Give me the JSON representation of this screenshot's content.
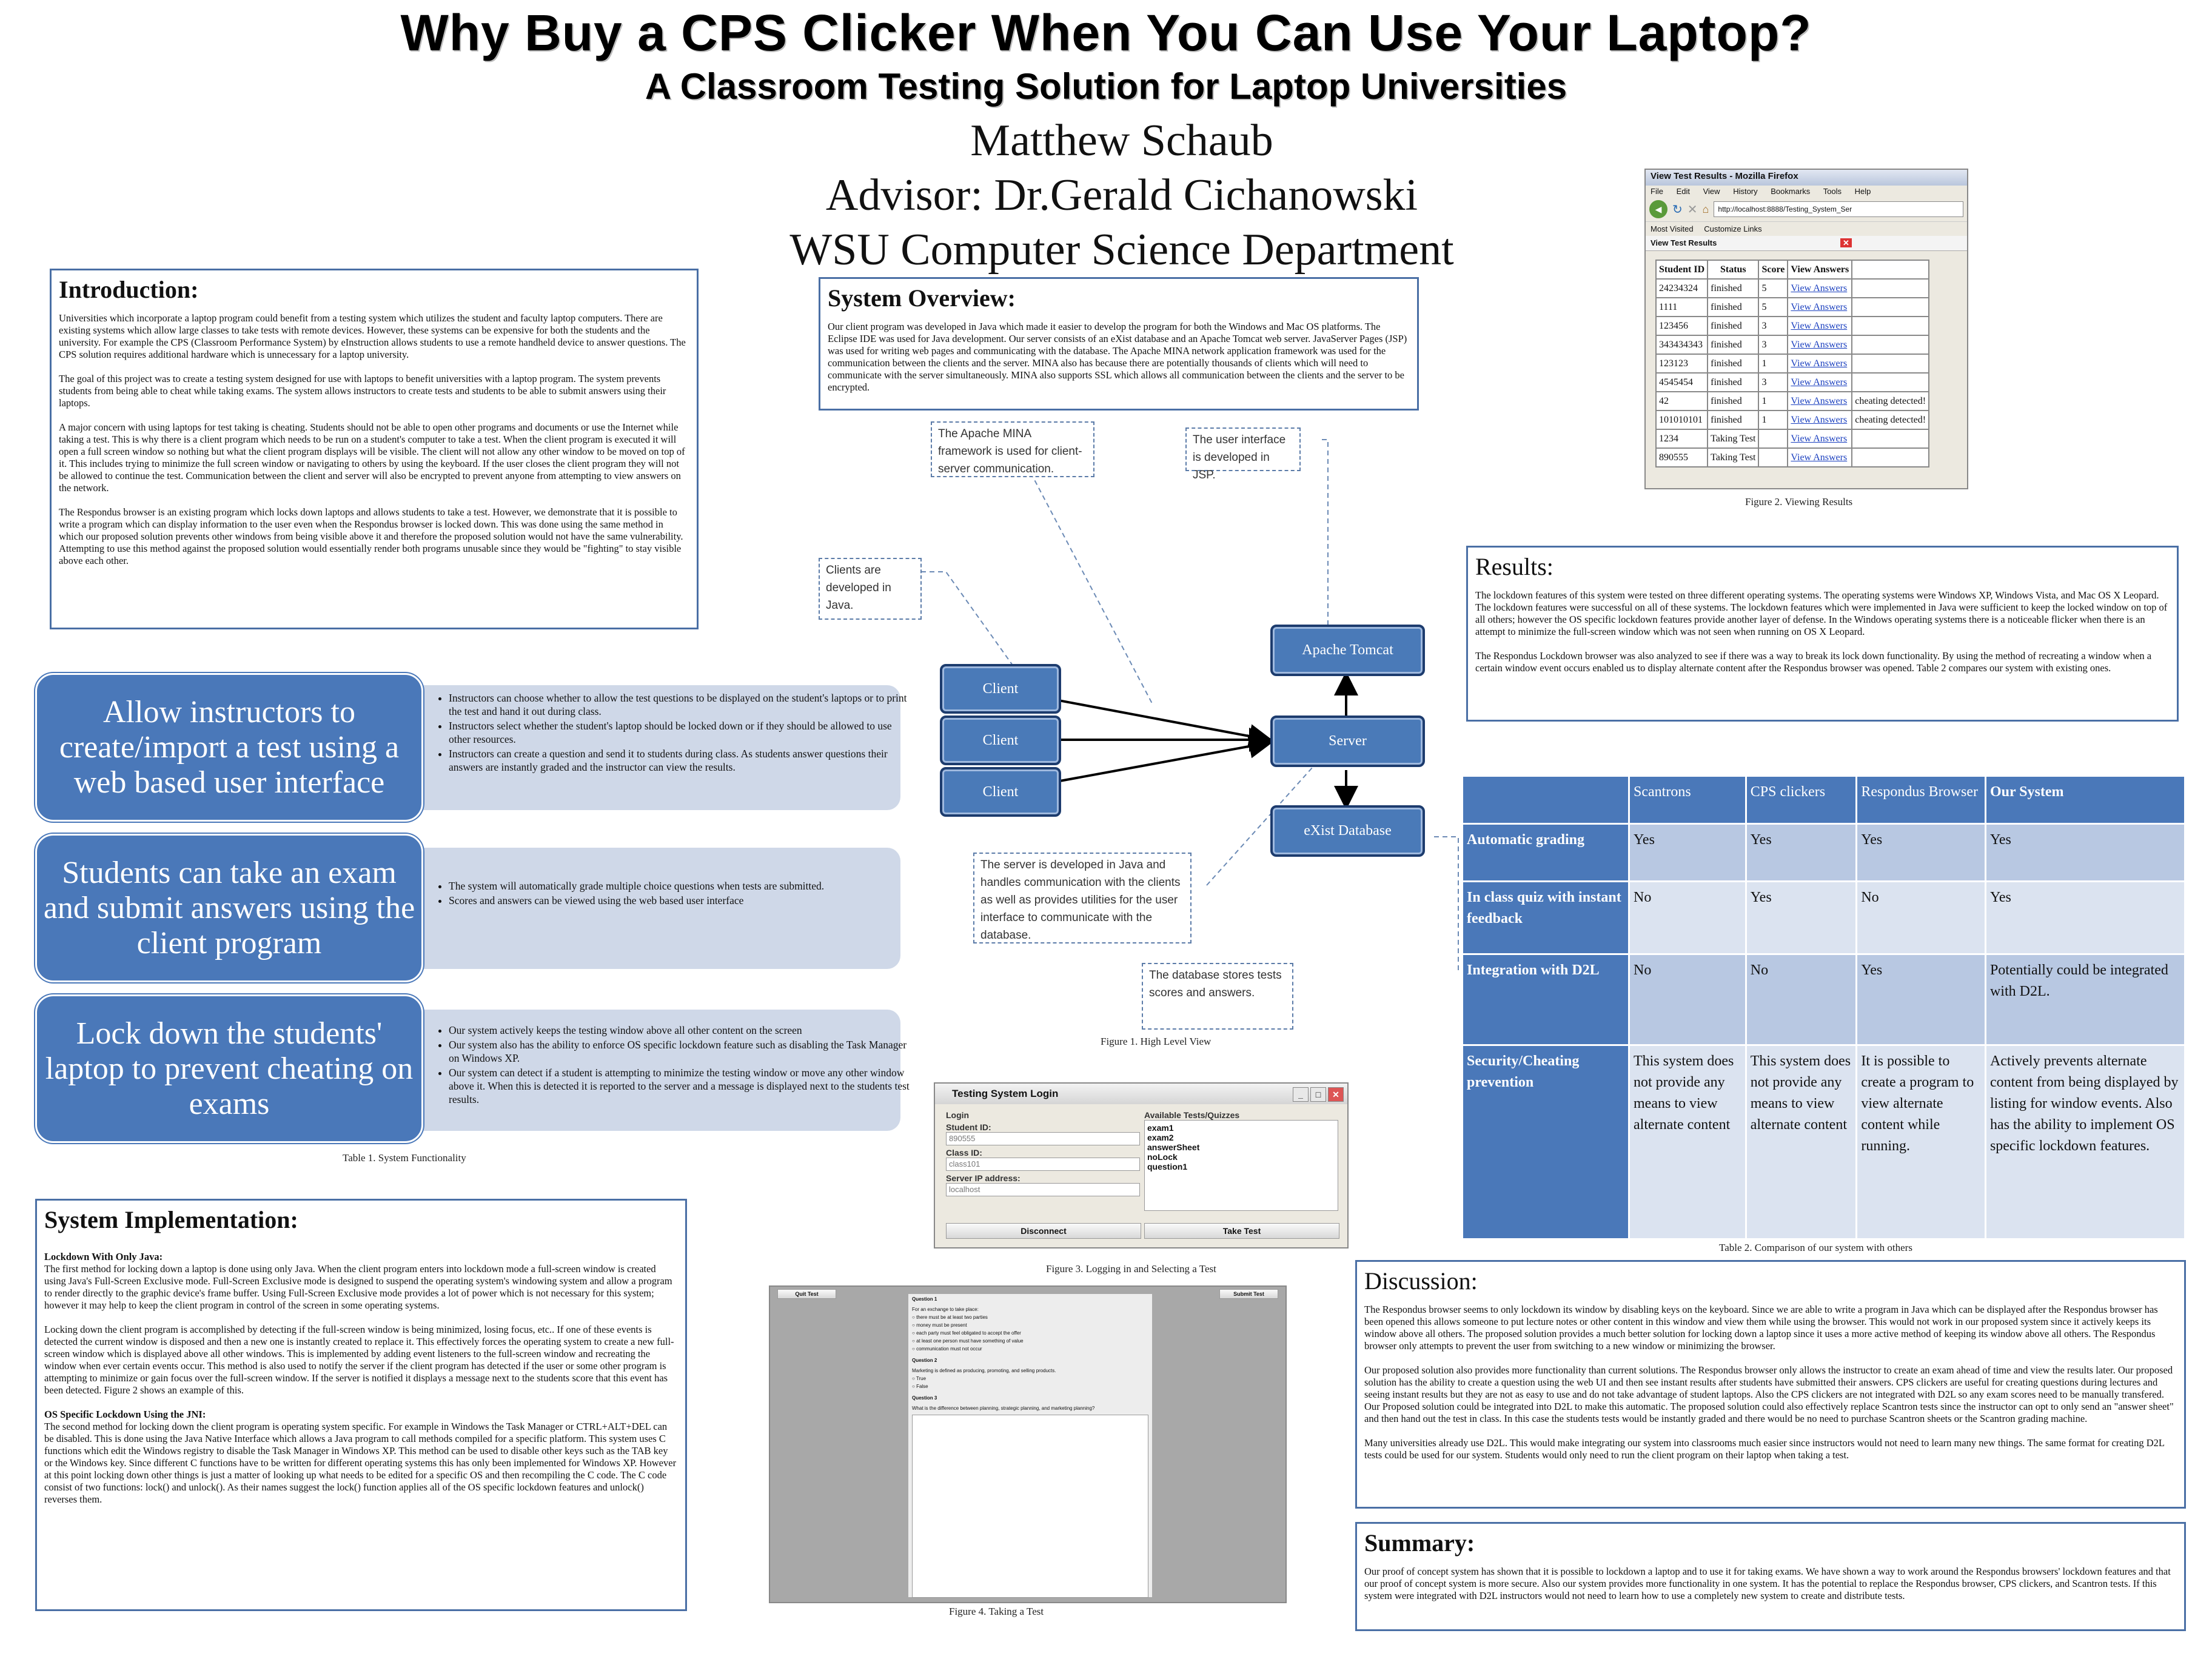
{
  "header": {
    "title": "Why Buy a CPS Clicker When You Can Use Your Laptop?",
    "subtitle": "A Classroom Testing Solution for Laptop Universities",
    "author": "Matthew Schaub",
    "advisor": "Advisor: Dr.Gerald Cichanowski",
    "department": "WSU Computer Science Department"
  },
  "introduction": {
    "heading": "Introduction:",
    "paragraphs": [
      "Universities which incorporate a laptop program could benefit from a testing system which utilizes the student and faculty laptop computers. There are existing systems which allow large classes to take tests with remote devices. However, these systems can be expensive for both the students and the university. For example the CPS (Classroom Performance System) by eInstruction allows students to use a remote handheld device to answer questions. The CPS solution requires additional hardware which is unnecessary for a laptop university.",
      "The goal of this project was to create a testing system designed for use with laptops to benefit universities with a laptop program. The system prevents students from being able to cheat while taking exams. The system allows instructors to create tests and students to be able to submit answers using their laptops.",
      "A major concern with using laptops for test taking is cheating. Students should not be able to open other programs and documents or use the Internet while taking a test. This is why there is a client program which needs to be run on a student's computer to take a test. When the client program is executed it will open a full screen window so nothing but what the client program displays will be visible. The client will not allow any other window to be moved on top of it. This includes trying to minimize the full screen window or navigating to others by using the keyboard. If the user closes the client program they will not be allowed to continue the test. Communication between the client and server will also be encrypted to prevent anyone from attempting to view answers on the network.",
      "The Respondus browser is an existing program which locks down laptops and allows students to take a test. However, we demonstrate that it is possible to write a program which can display information to the user even when the Respondus browser is locked down. This was done using the same method in which our proposed solution prevents other windows from being visible above it and therefore the proposed solution would not have the same vulnerability. Attempting to use this method against the proposed solution would essentially render both programs unusable since they would be \"fighting\" to stay visible above each other."
    ]
  },
  "features": [
    {
      "title": "Allow instructors to create/import a test using a web based user interface",
      "bullets": [
        "Instructors can choose whether to allow the test questions to be displayed on the student's laptops or to print the test and hand it out during class.",
        "Instructors select whether the student's laptop should be locked down or if they should be allowed to use other resources.",
        "Instructors can create a question and send it to students during class. As students answer questions their answers are instantly graded and the instructor can view the results."
      ]
    },
    {
      "title": "Students can take an exam and submit answers using the client program",
      "bullets": [
        "The system will automatically grade multiple choice questions when tests are submitted.",
        "Scores and answers can be viewed using the web based user interface"
      ]
    },
    {
      "title": "Lock down the students' laptop to prevent cheating on exams",
      "bullets": [
        "Our system actively keeps the testing window above all other content on the screen",
        "Our system also has the ability to enforce OS specific lockdown feature such as disabling the Task Manager on Windows XP.",
        "Our system can detect if a student is attempting to minimize the testing window or move any other window above it. When this is detected it is reported to the server and a message is displayed next to the students test results."
      ]
    }
  ],
  "table1_caption": "Table 1. System Functionality",
  "implementation": {
    "heading": "System Implementation:",
    "sub1": "Lockdown With Only Java:",
    "p1": "The first method for locking down a laptop is done using only Java. When the client program enters into lockdown mode a full-screen window is created using Java's Full-Screen Exclusive mode. Full-Screen Exclusive mode is designed to suspend the operating system's windowing system and allow a program to render directly to the graphic device's frame buffer. Using Full-Screen Exclusive mode provides a lot of power which is not necessary for this system; however it may help to keep the client program in control of the screen in some operating systems.",
    "p2": "Locking down the client program is accomplished by detecting if the full-screen window is being minimized, losing focus, etc.. If one of these events is detected the current window is disposed and then a new one is instantly created to replace it. This effectively forces the operating system to create a new full-screen window which is displayed above all other windows. This is implemented by adding event listeners to the full-screen window and recreating the window when ever certain events occur. This method is also used to notify the server if the client program has detected if the user or some other program is attempting to minimize or gain focus over the full-screen window. If the server is notified it displays a message next to the students score that this event has been detected. Figure 2 shows an example of this.",
    "sub2": "OS Specific Lockdown Using the JNI:",
    "p3": "The second method for locking down the client program is operating system specific. For example in Windows the Task Manager or CTRL+ALT+DEL can be disabled. This is done using the Java Native Interface which allows a Java program to call methods compiled for a specific platform. This system uses C functions which edit the Windows registry to disable the Task Manager in Windows XP. This method can be used to disable other keys such as the TAB key or the Windows key. Since different C functions have to be written for different operating systems this has only been implemented for Windows XP. However at this point locking down other things is just a matter of looking up what needs to be edited for a specific OS and then recompiling the C code. The C code consist of two functions: lock() and unlock(). As their names suggest the lock() function applies all of the OS specific lockdown features and unlock() reverses them."
  },
  "overview": {
    "heading": "System Overview:",
    "text": "Our client program was developed in Java which made it easier to develop the program for both the Windows and Mac OS platforms. The Eclipse IDE was used for Java development. Our server consists of an eXist database and an Apache Tomcat web server. JavaServer Pages (JSP) was used for writing web pages and communicating with the database. The Apache MINA network application framework was used for the communication between the clients and the server. MINA also has because there are potentially thousands of clients which will need to communicate with the server simultaneously. MINA also supports SSL which allows all communication between the clients and the server to be encrypted."
  },
  "diagram": {
    "notes": {
      "mina": "The Apache MINA framework is used for client-server communication.",
      "ui": "The user interface is developed in JSP.",
      "clients": "Clients are developed in Java.",
      "server": "The server is developed in Java and handles communication with the clients as well as provides utilities for the user interface to communicate with the database.",
      "db": "The database stores tests scores and answers."
    },
    "nodes": {
      "client": "Client",
      "tomcat": "Apache Tomcat",
      "server": "Server",
      "exist": "eXist Database"
    },
    "caption": "Figure 1. High Level View"
  },
  "fig2": {
    "window_title": "View Test Results - Mozilla Firefox",
    "menu": [
      "File",
      "Edit",
      "View",
      "History",
      "Bookmarks",
      "Tools",
      "Help"
    ],
    "url": "http://localhost:8888/Testing_System_Ser",
    "bookmarks": [
      "Most Visited",
      "Customize Links"
    ],
    "tab": "View Test Results",
    "headers": [
      "Student ID",
      "Status",
      "Score",
      "View Answers",
      ""
    ],
    "rows": [
      [
        "24234324",
        "finished",
        "5",
        "View Answers",
        ""
      ],
      [
        "1111",
        "finished",
        "5",
        "View Answers",
        ""
      ],
      [
        "123456",
        "finished",
        "3",
        "View Answers",
        ""
      ],
      [
        "343434343",
        "finished",
        "3",
        "View Answers",
        ""
      ],
      [
        "123123",
        "finished",
        "1",
        "View Answers",
        ""
      ],
      [
        "4545454",
        "finished",
        "3",
        "View Answers",
        ""
      ],
      [
        "42",
        "finished",
        "1",
        "View Answers",
        "cheating detected!"
      ],
      [
        "101010101",
        "finished",
        "1",
        "View Answers",
        "cheating detected!"
      ],
      [
        "1234",
        "Taking Test",
        "",
        "View Answers",
        ""
      ],
      [
        "890555",
        "Taking Test",
        "",
        "View Answers",
        ""
      ]
    ],
    "caption": "Figure 2. Viewing Results"
  },
  "results": {
    "heading": "Results:",
    "p1": "The lockdown features of this system were tested on three different operating systems. The operating systems were Windows XP, Windows Vista, and Mac OS X Leopard. The lockdown features were successful on all of these systems. The lockdown features which were implemented in Java were sufficient to keep the locked window on top of all others; however the OS specific lockdown features provide another layer of defense. In the Windows operating systems there is a noticeable flicker when there is an attempt to minimize the full-screen window which was not seen when running on OS X Leopard.",
    "p2": "The Respondus Lockdown browser was also analyzed to see if there was a way to break its lock down functionality. By using the method of recreating a window when a certain window event occurs enabled us to display alternate content after the Respondus browser was opened. Table 2 compares our system with existing ones."
  },
  "table2": {
    "headers": [
      "",
      "Scantrons",
      "CPS clickers",
      "Respondus Browser",
      "Our System"
    ],
    "rows": [
      [
        "Automatic grading",
        "Yes",
        "Yes",
        "Yes",
        "Yes"
      ],
      [
        "In class quiz with instant feedback",
        "No",
        "Yes",
        "No",
        "Yes"
      ],
      [
        "Integration with D2L",
        "No",
        "No",
        "Yes",
        "Potentially could be integrated with D2L."
      ],
      [
        "Security/Cheating prevention",
        "This system does not provide any means to view alternate content",
        "This system does not provide any means to view alternate content",
        "It is possible to create a program to view alternate content while running.",
        "Actively prevents alternate content from being displayed by listing for window events. Also has the ability to implement OS specific lockdown features."
      ]
    ],
    "caption": "Table 2. Comparison of our system with others"
  },
  "fig3": {
    "window_title": "Testing System Login",
    "login_label": "Login",
    "student_id_label": "Student ID:",
    "student_id_value": "890555",
    "class_id_label": "Class ID:",
    "class_id_value": "class101",
    "server_label": "Server IP address:",
    "server_value": "localhost",
    "tests_label": "Available Tests/Quizzes",
    "tests": [
      "exam1",
      "exam2",
      "answerSheet",
      "noLock",
      "question1"
    ],
    "disconnect": "Disconnect",
    "take_test": "Take Test",
    "caption": "Figure 3. Logging in and Selecting a Test"
  },
  "fig4": {
    "quit": "Quit Test",
    "submit": "Submit Test",
    "q1_title": "Question 1",
    "q1_text": "For an exchange to take place:",
    "q1_options": [
      "there must be at least two parties",
      "money must be present",
      "each party must feel obligated to accept the offer",
      "at least one person must have something of value",
      "communication must not occur"
    ],
    "q2_title": "Question 2",
    "q2_text": "Marketing is defined as producing, promoting, and selling products.",
    "q2_options": [
      "True",
      "False"
    ],
    "q3_title": "Question 3",
    "q3_text": "What is the difference between planning, strategic planning, and marketing planning?",
    "caption": "Figure 4. Taking a Test"
  },
  "discussion": {
    "heading": "Discussion:",
    "p1": "The Respondus browser seems to only lockdown its window by disabling keys on the keyboard. Since we are able to write a program in Java which can be displayed after the Respondus browser has been opened this allows someone to put lecture notes or other content in this window and view them while using the browser. This would not work in our proposed system since it actively keeps its window above all others. The proposed solution provides a much better solution for locking down a laptop since it uses a more active method of keeping its window above all others. The Respondus browser only attempts to prevent the user from switching to a new window or minimizing the browser.",
    "p2": "Our proposed solution also provides more functionality than current solutions. The Respondus browser only allows the instructor to create an exam ahead of time and view the results later. Our proposed solution has the ability to create a question using the web UI and then see instant results after students have submitted their answers. CPS clickers are useful for creating questions during lectures and seeing instant results but they are not as easy to use and do not take advantage of student laptops. Also the CPS clickers are not integrated with D2L so any exam scores need to be manually transfered. Our Proposed solution could be integrated into D2L to make this automatic. The proposed solution could also effectively replace Scantron tests since the instructor can opt to only send an \"answer sheet\" and then hand out the test in class. In this case the students tests would be instantly graded and there would be no need to purchase Scantron sheets or the Scantron grading machine.",
    "p3": "Many universities already use D2L. This would make integrating our system into classrooms much easier since instructors would not need to learn many new things. The same format for creating D2L tests could be used for our system. Students would only need to run the client program on their laptop when taking a test."
  },
  "summary": {
    "heading": "Summary:",
    "text": "Our proof of concept system has shown that it is possible to lockdown a laptop and to use it for taking exams. We have shown a way to work around the Respondus browsers' lockdown features and that our proof of concept system is more secure. Also our system provides more functionality in one system. It has the potential to replace the Respondus browser, CPS clickers, and Scantron tests. If this system were integrated with D2L instructors would not need to learn how to use a completely new system to create and distribute tests."
  }
}
